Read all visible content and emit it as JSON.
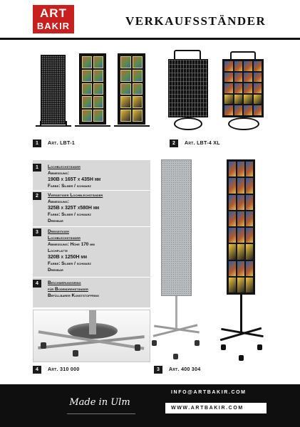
{
  "header": {
    "logo_line1": "ART",
    "logo_line2": "BAKIR",
    "title": "VERKAUFSSTÄNDER"
  },
  "products": [
    {
      "num": "1",
      "label": "Art. LBT-1"
    },
    {
      "num": "2",
      "label": "Art. LBT-4 XL"
    },
    {
      "num": "4",
      "label": "Art. 310 000"
    },
    {
      "num": "3",
      "label": "Art. 400 304"
    }
  ],
  "specs": [
    {
      "num": "1",
      "lines": [
        "Lochblechständer",
        "Abmessung:",
        "190B x 165T x 435H mm",
        "Farbe: Silber / schwarz"
      ]
    },
    {
      "num": "2",
      "lines": [
        "Vierseitiger Lochblechständer",
        "Abmessung:",
        "325B x 325T x580H mm",
        "Farbe: Silber / schwarz",
        "Drehbar"
      ]
    },
    {
      "num": "3",
      "lines": [
        "Dreiseitiger",
        "Lochblechständer",
        "Abmessung: Höhe 170 mm",
        "Lochplatte",
        "320B x 1250H mm",
        "Farbe: Silber / schwarz",
        "Drehbar"
      ]
    },
    {
      "num": "4",
      "lines": [
        "Beschwerungsring",
        "für Bodendrehständer",
        "Befüllbarer Kunststoffring"
      ]
    }
  ],
  "footer": {
    "made_in": "Made in Ulm",
    "email": "INFO@ARTBAKIR.COM",
    "web": "WWW.ARTBAKIR.COM"
  },
  "colors": {
    "brand_red": "#c8201f",
    "dark": "#0f0f0f",
    "spec_bg": "#d8d8d8"
  }
}
